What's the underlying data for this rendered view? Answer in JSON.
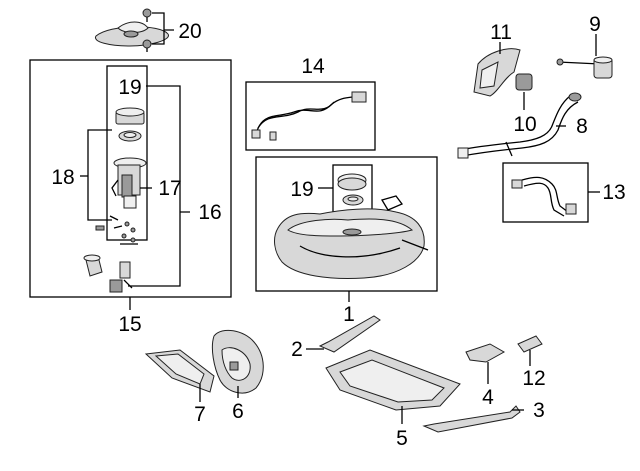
{
  "diagram": {
    "callouts": [
      {
        "id": "c1",
        "text": "1"
      },
      {
        "id": "c2",
        "text": "2"
      },
      {
        "id": "c3",
        "text": "3"
      },
      {
        "id": "c4",
        "text": "4"
      },
      {
        "id": "c5",
        "text": "5"
      },
      {
        "id": "c6",
        "text": "6"
      },
      {
        "id": "c7",
        "text": "7"
      },
      {
        "id": "c8",
        "text": "8"
      },
      {
        "id": "c9",
        "text": "9"
      },
      {
        "id": "c10",
        "text": "10"
      },
      {
        "id": "c11",
        "text": "11"
      },
      {
        "id": "c12",
        "text": "12"
      },
      {
        "id": "c13",
        "text": "13"
      },
      {
        "id": "c14",
        "text": "14"
      },
      {
        "id": "c15",
        "text": "15"
      },
      {
        "id": "c16",
        "text": "16"
      },
      {
        "id": "c17",
        "text": "17"
      },
      {
        "id": "c18",
        "text": "18"
      },
      {
        "id": "c19a",
        "text": "19"
      },
      {
        "id": "c19b",
        "text": "19"
      },
      {
        "id": "c20",
        "text": "20"
      }
    ]
  }
}
